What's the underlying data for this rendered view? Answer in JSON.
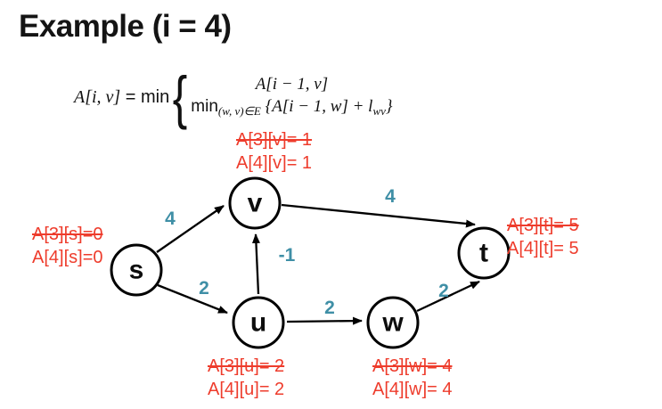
{
  "title": "Example (i = 4)",
  "formula": {
    "lhs_var": "A[i, v]",
    "lhs_eq": " = ",
    "lhs_min": "min",
    "case1": "A[i − 1, v]",
    "case2_min": "min",
    "case2_sub": "(w, v)∈E",
    "case2_open": " {",
    "case2_body": "A[i − 1, w] + l",
    "case2_lsub": "wv",
    "case2_close": "}"
  },
  "graph": {
    "nodes": [
      {
        "id": "s",
        "label": "s"
      },
      {
        "id": "v",
        "label": "v"
      },
      {
        "id": "u",
        "label": "u"
      },
      {
        "id": "w",
        "label": "w"
      },
      {
        "id": "t",
        "label": "t"
      }
    ],
    "edges": [
      {
        "from": "s",
        "to": "v",
        "weight": "4"
      },
      {
        "from": "s",
        "to": "u",
        "weight": "2"
      },
      {
        "from": "u",
        "to": "v",
        "weight": "-1"
      },
      {
        "from": "u",
        "to": "w",
        "weight": "2"
      },
      {
        "from": "v",
        "to": "t",
        "weight": "4"
      },
      {
        "from": "w",
        "to": "t",
        "weight": "2"
      }
    ]
  },
  "annotations": [
    {
      "node": "s",
      "old": "A[3][s]=0",
      "new": "A[4][s]=0"
    },
    {
      "node": "v",
      "old": "A[3][v]= 1",
      "new": "A[4][v]= 1"
    },
    {
      "node": "u",
      "old": "A[3][u]= 2",
      "new": "A[4][u]= 2"
    },
    {
      "node": "w",
      "old": "A[3][w]= 4",
      "new": "A[4][w]= 4"
    },
    {
      "node": "t",
      "old": "A[3][t]= 5",
      "new": "A[4][t]= 5"
    }
  ],
  "colors": {
    "red": "#ee3c2c",
    "teal": "#3f8fa6",
    "ink": "#111111",
    "background": "#ffffff"
  }
}
